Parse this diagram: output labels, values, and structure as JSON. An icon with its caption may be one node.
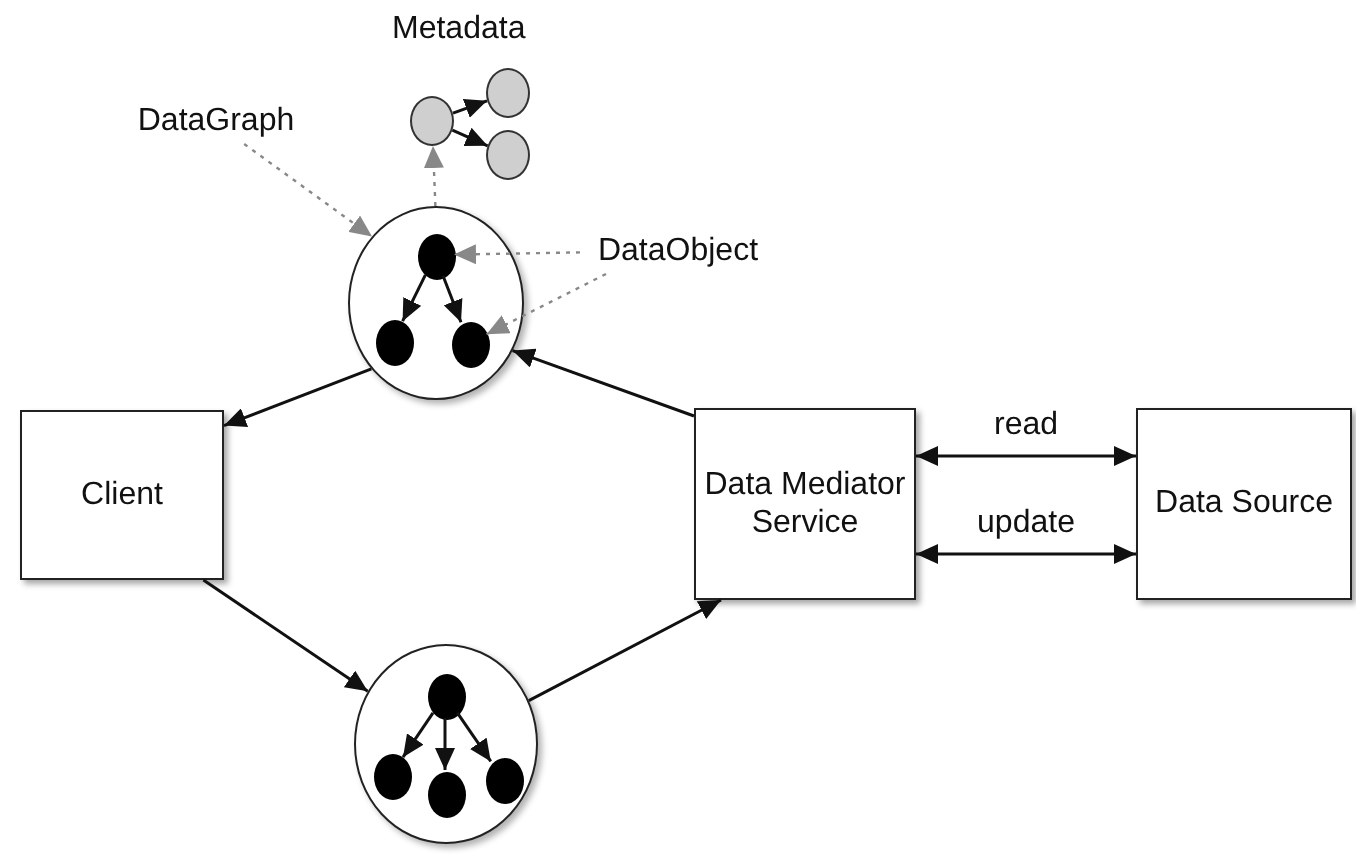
{
  "diagram": {
    "nodes": [
      {
        "text": [
          "DataGraph"
        ]
      },
      {
        "text": [
          "DataObject"
        ]
      },
      {
        "text": [],
        "shape": "circle"
      },
      {
        "text": [],
        "shape": "circle"
      },
      {
        "text": [],
        "shape": "circle"
      },
      {
        "text": [],
        "shape": "circle"
      },
      {
        "text": [],
        "shape": "circle",
        "in": 5
      },
      {
        "text": [],
        "shape": "circle",
        "in": 5
      },
      {
        "text": [],
        "shape": "circle",
        "in": 5
      },
      {
        "text": [
          "Client"
        ]
      },
      {
        "text": [
          "Data Mediator Service"
        ]
      },
      {
        "text": [
          "Data Source"
        ]
      },
      {
        "text": [],
        "shape": "circle"
      },
      {
        "text": [],
        "shape": "circle",
        "in": 12
      },
      {
        "text": [],
        "shape": "circle",
        "in": 12
      },
      {
        "text": [],
        "shape": "circle",
        "in": 12
      },
      {
        "text": [],
        "shape": "circle",
        "in": 12
      }
    ],
    "edges": [
      {
        "from": 5,
        "to": 9,
        "arrow": "to"
      },
      {
        "from": 9,
        "to": 12,
        "arrow": "to"
      },
      {
        "from": 12,
        "to": 10,
        "arrow": "to"
      },
      {
        "from": 10,
        "to": 5,
        "arrow": "to"
      },
      {
        "from": 10,
        "to": 11,
        "arrow": "both",
        "label": "read"
      },
      {
        "from": 10,
        "to": 11,
        "arrow": "both",
        "label": "update"
      },
      {
        "from": 6,
        "to": 7,
        "arrow": "to"
      },
      {
        "from": 6,
        "to": 8,
        "arrow": "to"
      },
      {
        "from": 13,
        "to": 14,
        "arrow": "to"
      },
      {
        "from": 13,
        "to": 15,
        "arrow": "to"
      },
      {
        "from": 13,
        "to": 16,
        "arrow": "to"
      },
      {
        "from": 2,
        "to": 3,
        "arrow": "to"
      },
      {
        "from": 2,
        "to": 4,
        "arrow": "to"
      },
      {
        "from": 5,
        "to": 2,
        "arrow": "to",
        "style": "dashed",
        "color": "#888888"
      },
      {
        "from": 0,
        "to": 5,
        "arrow": "to",
        "style": "dashed",
        "color": "#888888"
      },
      {
        "from": 1,
        "to": 6,
        "arrow": "to",
        "style": "dashed",
        "color": "#888888"
      },
      {
        "from": 1,
        "to": 8,
        "arrow": "to",
        "style": "dashed",
        "color": "#888888"
      }
    ],
    "labels": [
      "Metadata"
    ]
  }
}
